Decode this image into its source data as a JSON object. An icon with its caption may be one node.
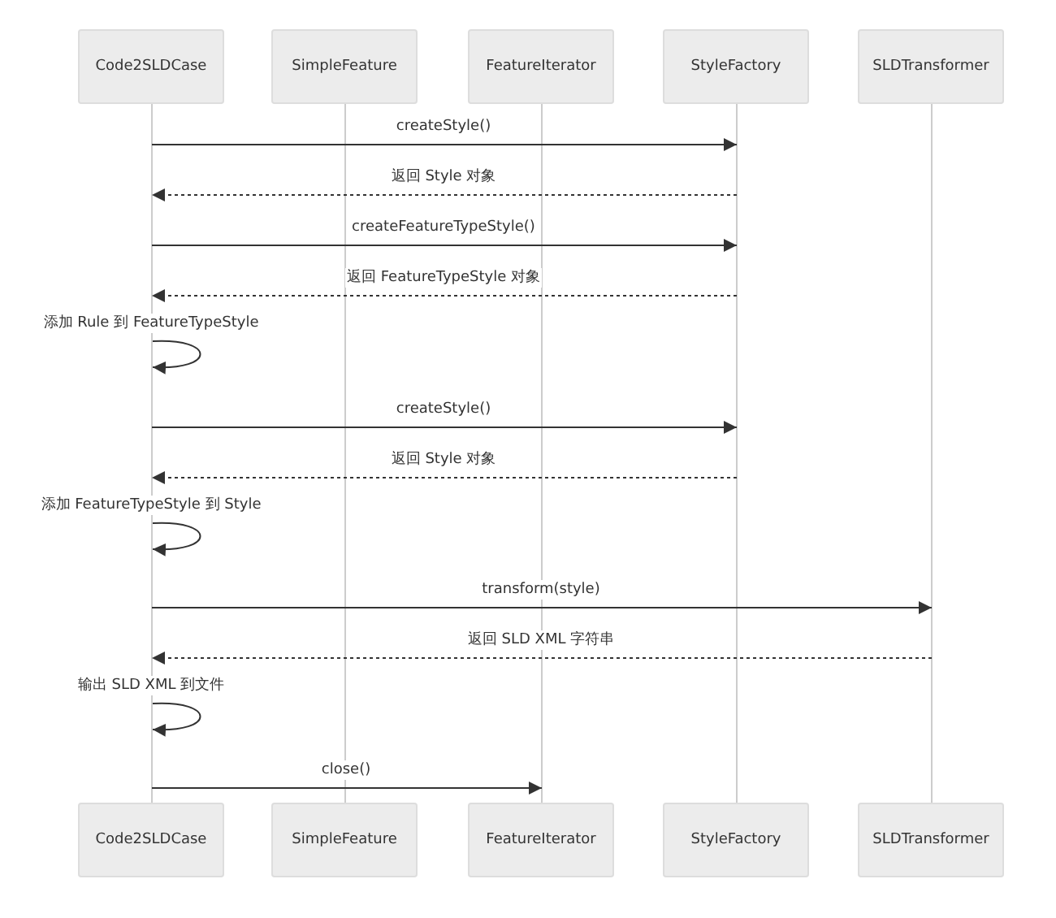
{
  "diagram": {
    "nodes": [
      {
        "text": [
          "Code2SLDCase"
        ]
      },
      {
        "text": [
          "SimpleFeature"
        ]
      },
      {
        "text": [
          "FeatureIterator"
        ]
      },
      {
        "text": [
          "StyleFactory"
        ]
      },
      {
        "text": [
          "SLDTransformer"
        ]
      },
      {
        "text": [],
        "shape": "line"
      },
      {
        "text": [],
        "shape": "line"
      },
      {
        "text": [],
        "shape": "line"
      },
      {
        "text": [],
        "shape": "line"
      },
      {
        "text": [],
        "shape": "line"
      },
      {
        "text": [
          "Code2SLDCase"
        ]
      },
      {
        "text": [
          "SimpleFeature"
        ]
      },
      {
        "text": [
          "FeatureIterator"
        ]
      },
      {
        "text": [
          "StyleFactory"
        ]
      },
      {
        "text": [
          "SLDTransformer"
        ]
      }
    ],
    "edges": [
      {
        "from": 5,
        "to": 8,
        "arrow": "to",
        "label": "createStyle()"
      },
      {
        "from": 8,
        "to": 5,
        "arrow": "to",
        "label": "返回 Style 对象",
        "style": "dashed"
      },
      {
        "from": 5,
        "to": 8,
        "arrow": "to",
        "label": "createFeatureTypeStyle()"
      },
      {
        "from": 8,
        "to": 5,
        "arrow": "to",
        "label": "返回 FeatureTypeStyle 对象",
        "style": "dashed"
      },
      {
        "from": 5,
        "to": 5,
        "arrow": "to",
        "label": "添加 Rule 到 FeatureTypeStyle"
      },
      {
        "from": 5,
        "to": 8,
        "arrow": "to",
        "label": "createStyle()"
      },
      {
        "from": 8,
        "to": 5,
        "arrow": "to",
        "label": "返回 Style 对象",
        "style": "dashed"
      },
      {
        "from": 5,
        "to": 5,
        "arrow": "to",
        "label": "添加 FeatureTypeStyle 到 Style"
      },
      {
        "from": 5,
        "to": 9,
        "arrow": "to",
        "label": "transform(style)"
      },
      {
        "from": 9,
        "to": 5,
        "arrow": "to",
        "label": "返回 SLD XML 字符串",
        "style": "dashed"
      },
      {
        "from": 5,
        "to": 5,
        "arrow": "to",
        "label": "输出 SLD XML 到文件"
      },
      {
        "from": 5,
        "to": 7,
        "arrow": "to",
        "label": "close()"
      }
    ]
  }
}
